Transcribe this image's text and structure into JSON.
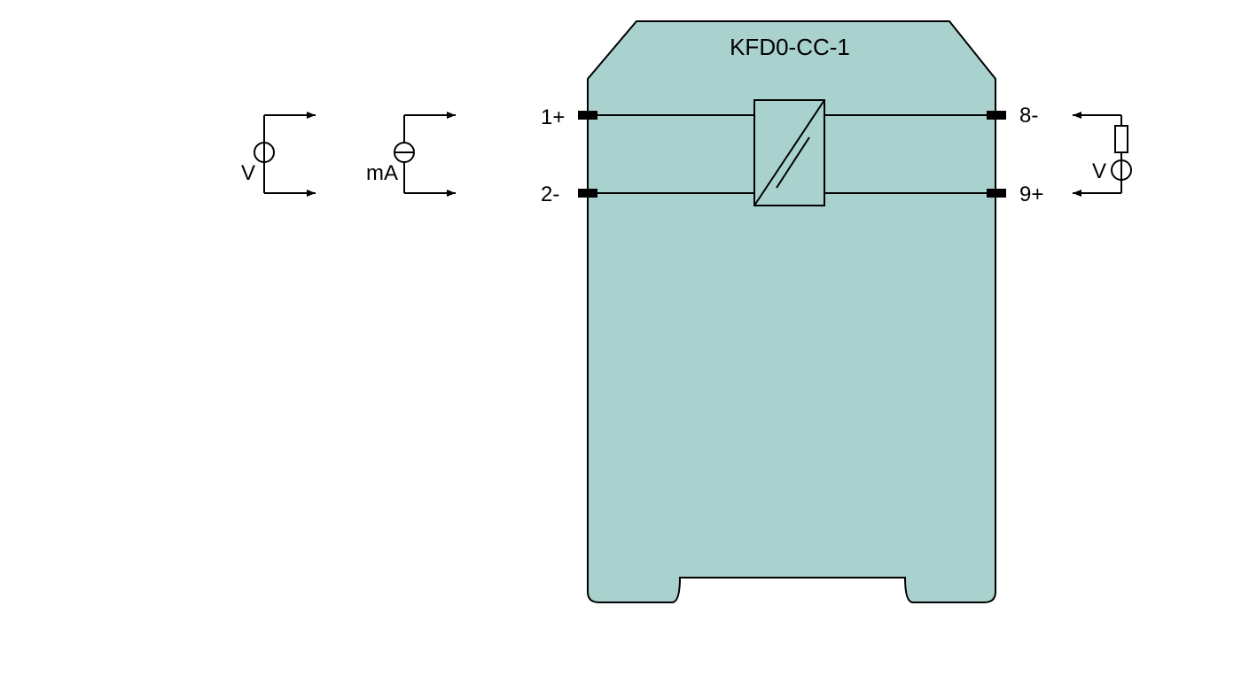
{
  "device": {
    "title": "KFD0-CC-1",
    "housing_color": "#a9d1cd"
  },
  "terminals": {
    "t1": "1+",
    "t2": "2-",
    "t8": "8-",
    "t9": "9+"
  },
  "inputs": {
    "voltage_label": "V",
    "current_label": "mA"
  },
  "output": {
    "voltage_label": "V"
  }
}
